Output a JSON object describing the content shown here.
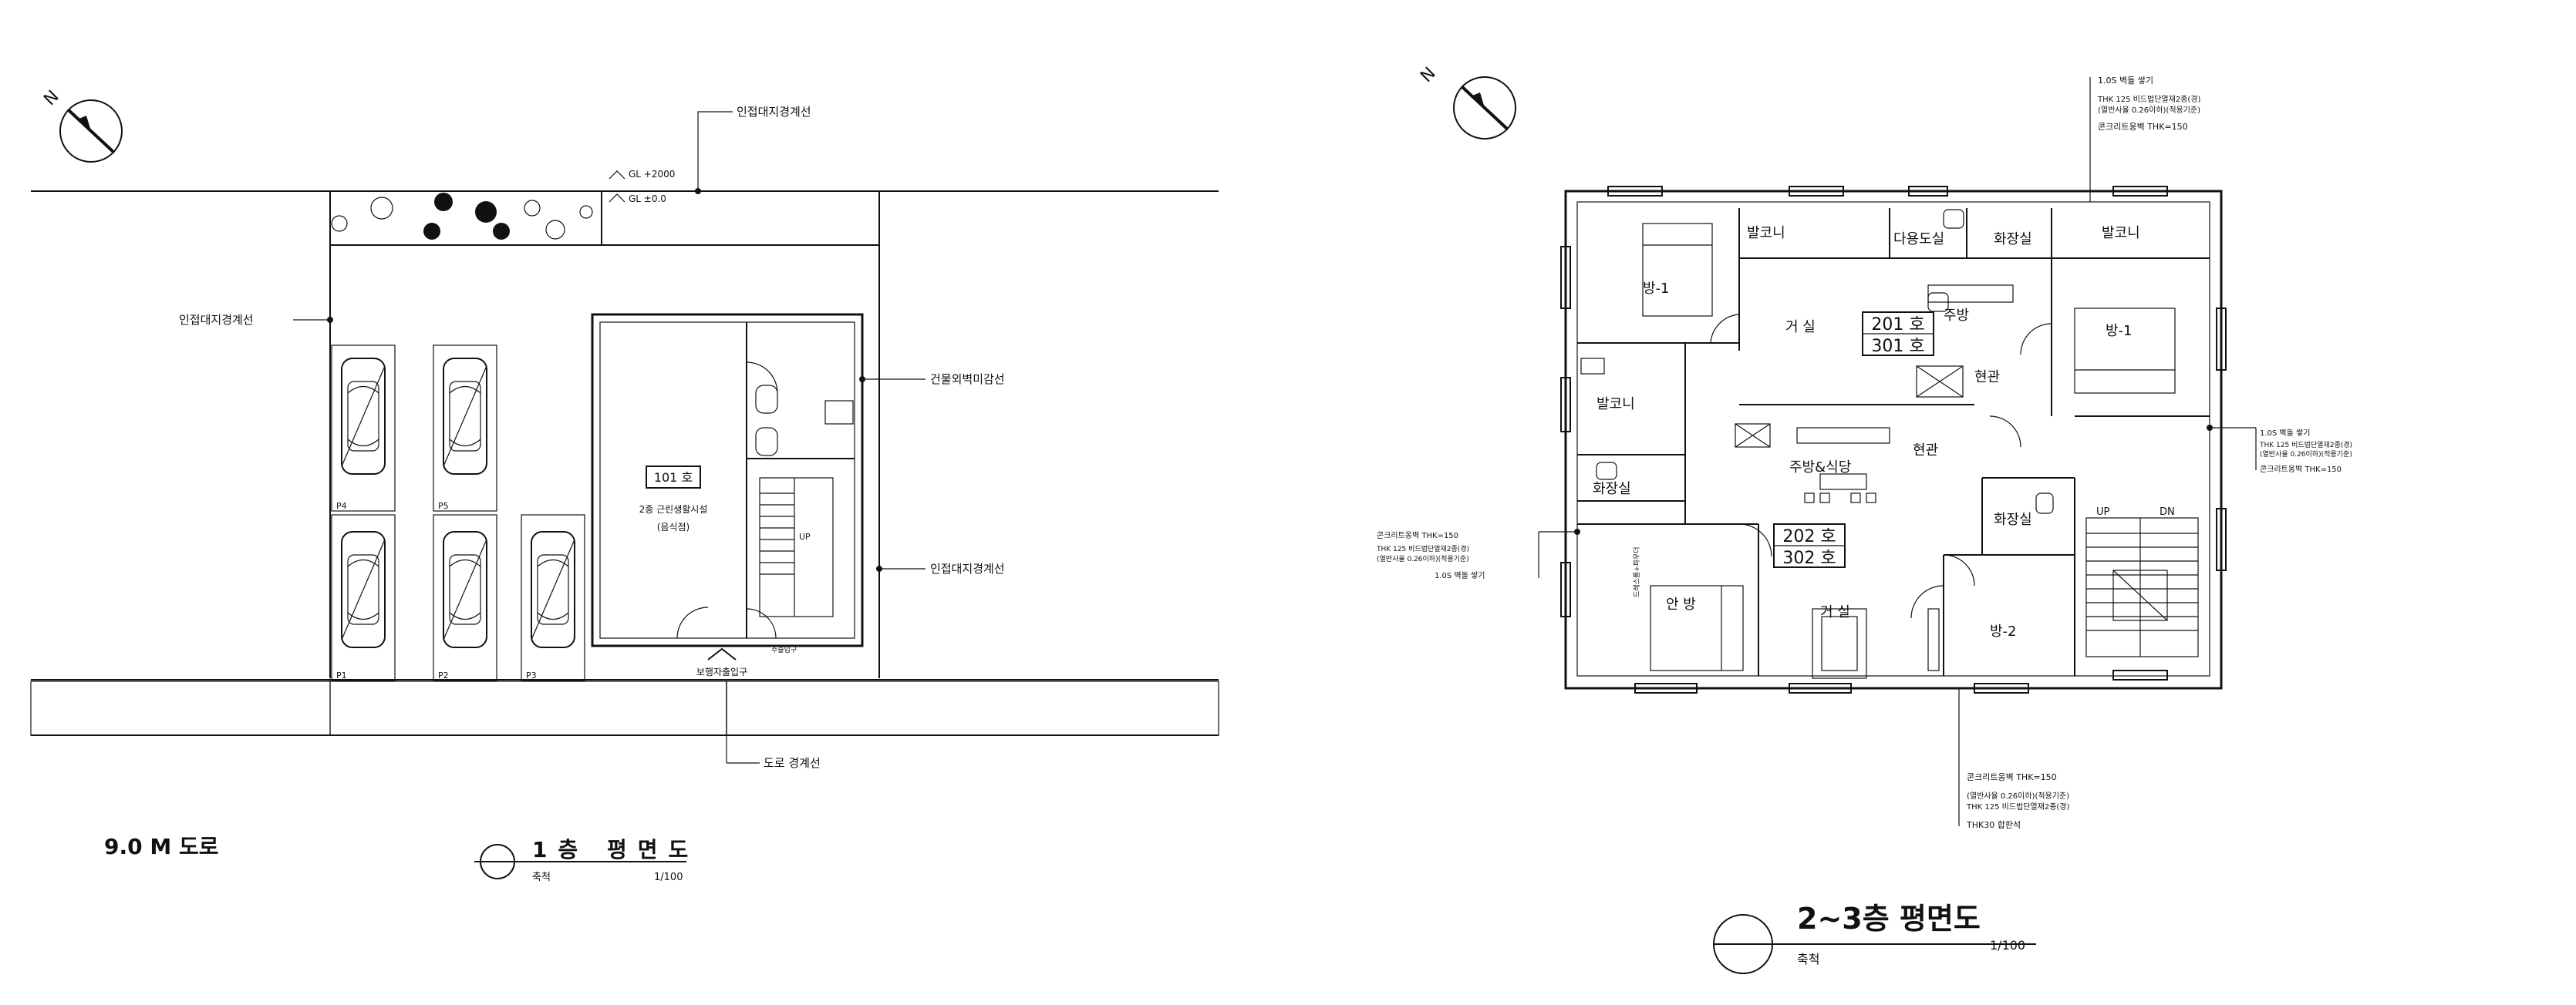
{
  "floor1": {
    "title": "1층 평면도",
    "scale_label": "축척",
    "scale_value": "1/100",
    "road_label": "9.0 M 도로",
    "labels": {
      "adjacent_boundary_top": "인접대지경계선",
      "adjacent_boundary_left": "인접대지경계선",
      "adjacent_boundary_right": "인접대지경계선",
      "building_line": "건물외벽미감선",
      "road_boundary": "도로 경계선",
      "pedestrian_entry": "보행자출입구",
      "unit_number": "101 호",
      "unit_use_line1": "2종 근린생활시설",
      "unit_use_line2": "(음식점)",
      "gl_upper": "GL +2000",
      "gl_lower": "GL ±0.0",
      "stair_up": "UP",
      "entrance": "주출입구"
    },
    "parking_labels": [
      "P4",
      "P5",
      "P1",
      "P2",
      "P3"
    ]
  },
  "floor23": {
    "title": "2~3층 평면도",
    "scale_label": "축척",
    "scale_value": "1/100",
    "units": [
      "201 호",
      "301 호",
      "202 호",
      "302 호"
    ],
    "rooms": {
      "balcony_tl": "발코니",
      "multi_room": "다용도실",
      "bathroom_top": "화장실",
      "balcony_tr": "발코니",
      "room1_left": "방-1",
      "living_top": "거 실",
      "kitchen_top": "주방",
      "room1_right": "방-1",
      "entry_top": "현관",
      "balcony_left": "발코니",
      "bathroom_left": "화장실",
      "kitchen_dining": "주방&식당",
      "entry_mid": "현관",
      "bathroom_mid": "화장실",
      "master_room": "안 방",
      "living_bottom": "거 실",
      "room2": "방-2",
      "stair_up": "UP",
      "stair_dn": "DN",
      "dressing": "드레스룸+파우더"
    },
    "notes_top": [
      "1.0S 벽돌 쌓기",
      "THK 125 비드법단열재2종(경)",
      "(열반사율 0.26이하)(적용기준)",
      "콘크리트옹벽 THK=150"
    ],
    "notes_right": [
      "1.0S 벽돌 쌓기",
      "THK 125 비드법단열재2종(경)",
      "(열반사율 0.26이하)(적용기준)",
      "콘크리트옹벽 THK=150"
    ],
    "notes_left": [
      "콘크리트옹벽 THK=150",
      "THK 125 비드법단열재2종(경)",
      "(열반사율 0.26이하)(적용기준)",
      "1.0S 벽돌 쌓기"
    ],
    "notes_bottom": [
      "콘크리트옹벽 THK=150",
      "(열반사율 0.26이하)(적용기준)",
      "THK 125 비드법단열재2종(경)",
      "THK30 합판석"
    ]
  }
}
